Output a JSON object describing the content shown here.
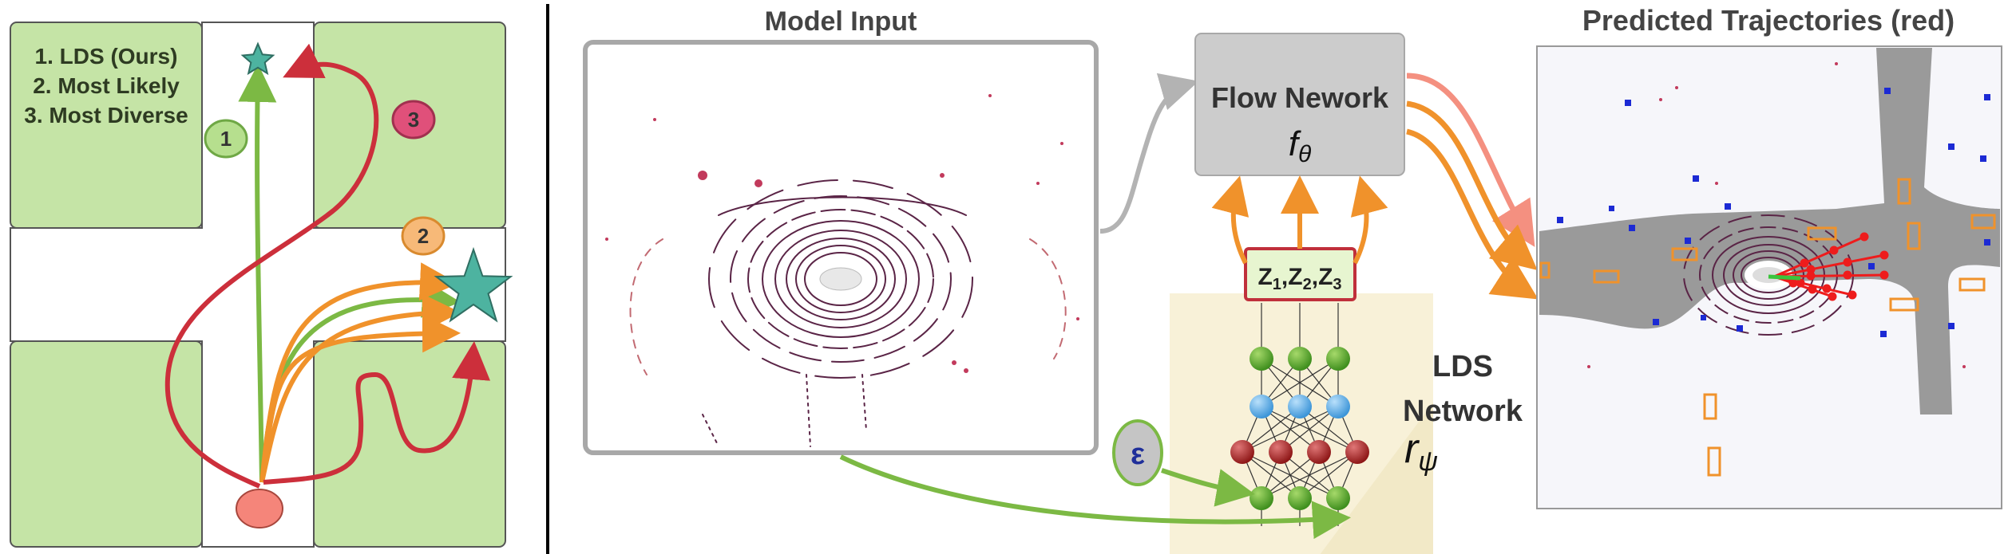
{
  "left_panel": {
    "legend": [
      "1. LDS (Ours)",
      "2. Most Likely",
      "3. Most Diverse"
    ],
    "badges": [
      "1",
      "2",
      "3"
    ],
    "colors": {
      "lds": "#7cb944",
      "most_likely": "#f0922b",
      "most_diverse": "#cc2f3b",
      "grass": "#c5e4a6",
      "goal": "#4db3a0",
      "agent": "#f5857a"
    }
  },
  "middle_panel": {
    "input_title": "Model Input",
    "flow_title": "Flow Nework",
    "flow_symbol": "f",
    "flow_symbol_sub": "θ",
    "latent_label": "Z",
    "latent_subs": [
      "1",
      "2",
      "3"
    ],
    "noise_symbol": "ε",
    "lds_title_line1": "LDS",
    "lds_title_line2": "Network",
    "lds_symbol": "r",
    "lds_symbol_sub": "ψ"
  },
  "right_panel": {
    "title": "Predicted Trajectories (red)"
  }
}
